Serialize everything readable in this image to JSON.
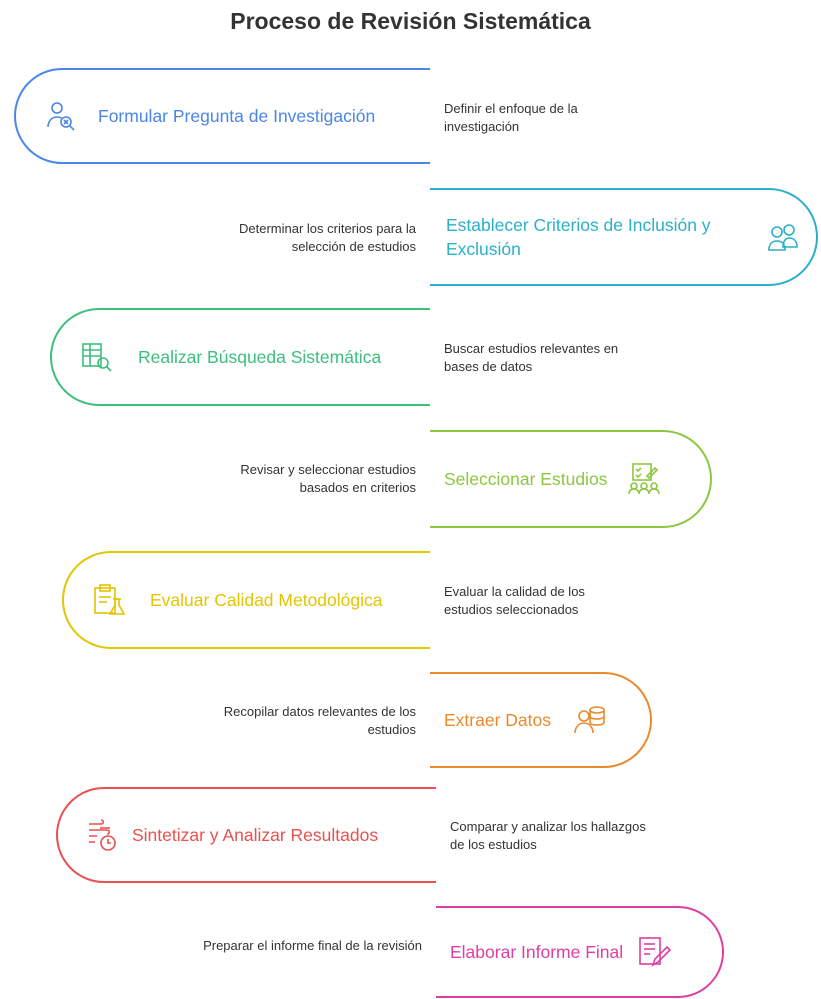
{
  "title": "Proceso de Revisión Sistemática",
  "steps": [
    {
      "label": "Formular Pregunta de Investigación",
      "description": "Definir el enfoque de la investigación",
      "color": "#4a86e8",
      "icon": "person-search-icon"
    },
    {
      "label": "Establecer Criterios de Inclusión y Exclusión",
      "description": "Determinar los criterios para la selección de estudios",
      "color": "#2ab0c9",
      "icon": "people-icon"
    },
    {
      "label": "Realizar Búsqueda Sistemática",
      "description": "Buscar estudios relevantes en bases de datos",
      "color": "#3cbf7c",
      "icon": "table-search-icon"
    },
    {
      "label": "Seleccionar Estudios",
      "description": "Revisar y seleccionar estudios basados en criterios",
      "color": "#8dc63f",
      "icon": "checklist-group-icon"
    },
    {
      "label": "Evaluar Calidad Metodológica",
      "description": "Evaluar la calidad de los estudios seleccionados",
      "color": "#e3c500",
      "icon": "clipboard-flask-icon"
    },
    {
      "label": "Extraer Datos",
      "description": "Recopilar datos relevantes de los estudios",
      "color": "#ea8a2c",
      "icon": "person-database-icon"
    },
    {
      "label": "Sintetizar y Analizar Resultados",
      "description": "Comparar y analizar los hallazgos de los estudios",
      "color": "#e8514f",
      "icon": "wind-clock-icon"
    },
    {
      "label": "Elaborar Informe Final",
      "description": "Preparar el informe final de la revisión",
      "color": "#df3ea3",
      "icon": "document-pen-icon"
    }
  ]
}
